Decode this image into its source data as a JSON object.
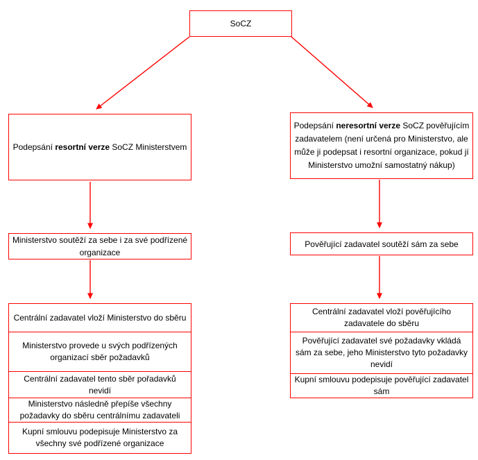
{
  "diagram": {
    "accent_color": "#ff0000",
    "text_color": "#000000",
    "root": {
      "label": "SoCZ"
    },
    "left_branch": {
      "box1": {
        "prefix": "Podepsání ",
        "bold": "resortní verze",
        "suffix": " SoCZ Ministerstvem"
      },
      "box2": "Ministerstvo soutěží za sebe i za své podřízené organizace",
      "steps": [
        "Centrální zadavatel vloží Ministerstvo do sběru",
        "Ministerstvo provede u svých podřízených organizací sběr požadavků",
        "Centrální zadavatel  tento sběr  pořadavků nevidí",
        "Ministerstvo následně  přepíše všechny požadavky do sběru centrálnímu zadavateli",
        "Kupní smlouvu podepisuje Ministerstvo za všechny své podřízené organizace"
      ]
    },
    "right_branch": {
      "box1": {
        "prefix": "Podepsání ",
        "bold": "neresortní verze",
        "suffix": " SoCZ pověřujícím zadavatelem (není určená pro Ministerstvo, ale může ji podepsat i resortní organizace, pokud jí  Ministerstvo umožní samostatný nákup)"
      },
      "box2": "Pověřující zadavatel soutěží sám za sebe",
      "steps": [
        "Centrální zadavatel vloží pověřujícího zadavatele do sběru",
        "Pověřující zadavatel své požadavky vkládá sám za sebe, jeho Ministerstvo tyto požadavky nevidí",
        "Kupní smlouvu podepisuje pověřující zadavatel sám"
      ]
    }
  }
}
